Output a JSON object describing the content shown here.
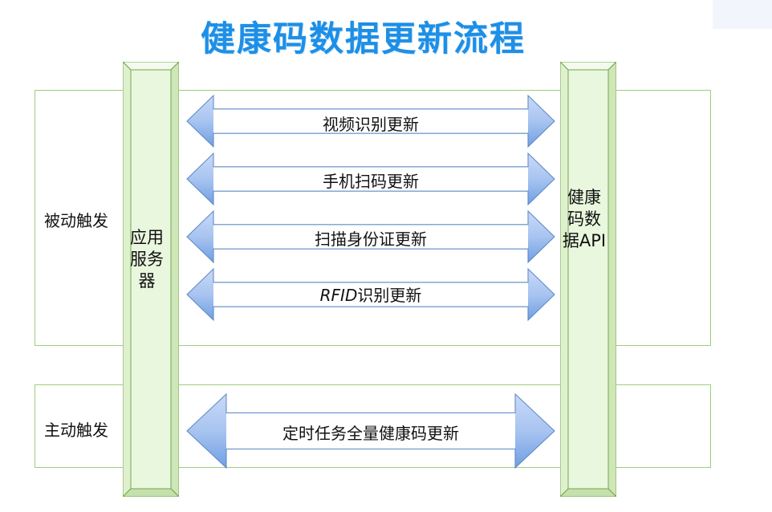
{
  "title": "健康码数据更新流程",
  "colors": {
    "title": "#1d8fe6",
    "region_border": "#9ccf7a",
    "pillar_fill": "#eaf7df",
    "pillar_border": "#6fa84a",
    "arrow_fill_top": "#c9daf8",
    "arrow_fill_bottom": "#6f9fe3",
    "arrow_border": "#5a85c4"
  },
  "regions": {
    "passive_label": "被动触发",
    "active_label": "主动触发"
  },
  "pillars": {
    "app_server": "应用服务器",
    "api": "健康码数据API"
  },
  "arrows": [
    {
      "label": "视频识别更新"
    },
    {
      "label": "手机扫码更新"
    },
    {
      "label": "扫描身份证更新"
    },
    {
      "label_prefix": "RFID",
      "label": "识别更新"
    },
    {
      "label": "定时任务全量健康码更新"
    }
  ]
}
